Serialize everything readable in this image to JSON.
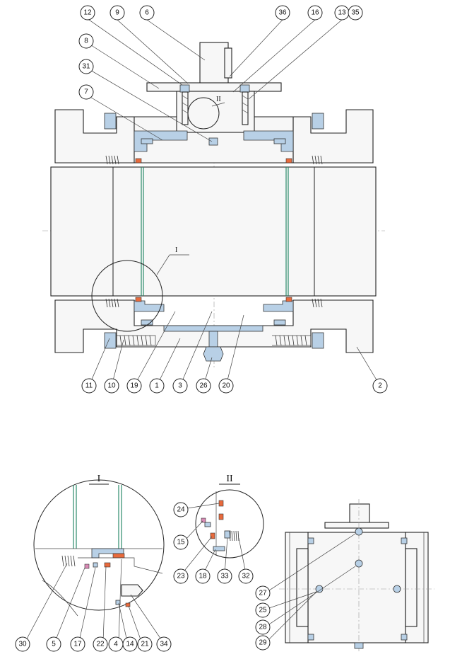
{
  "callouts": {
    "top": [
      "12",
      "9",
      "6",
      "36",
      "16",
      "13",
      "35"
    ],
    "left": [
      "8",
      "31",
      "7"
    ],
    "bottom": [
      "11",
      "10",
      "19",
      "1",
      "3",
      "26",
      "20",
      "2"
    ],
    "detail_I": [
      "30",
      "5",
      "17",
      "22",
      "4",
      "14",
      "21",
      "34"
    ],
    "detail_II": [
      "24",
      "15",
      "23",
      "18",
      "33",
      "32"
    ],
    "side_view": [
      "27",
      "25",
      "28",
      "29"
    ]
  },
  "detail_labels": {
    "detail_I_title": "I",
    "detail_II_title": "II",
    "main_I_marker": "I",
    "main_II_marker": "II"
  }
}
